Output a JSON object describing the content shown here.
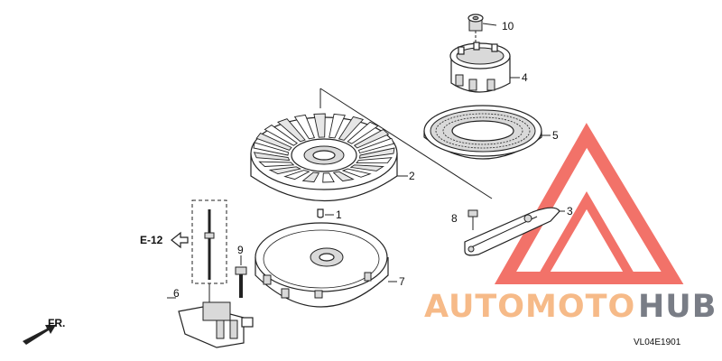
{
  "diagram": {
    "callouts": [
      {
        "id": "1",
        "label": "1"
      },
      {
        "id": "2",
        "label": "2"
      },
      {
        "id": "3",
        "label": "3"
      },
      {
        "id": "4",
        "label": "4"
      },
      {
        "id": "5",
        "label": "5"
      },
      {
        "id": "6",
        "label": "6"
      },
      {
        "id": "7",
        "label": "7"
      },
      {
        "id": "8",
        "label": "8"
      },
      {
        "id": "9",
        "label": "9"
      },
      {
        "id": "10",
        "label": "10"
      }
    ],
    "reference_label": "E-12",
    "front_marker": "FR.",
    "diagram_code": "VL04E1901"
  },
  "watermark": {
    "part1": "AUTOMOTO",
    "part2": "HUB",
    "color_primary": "#f05a4f",
    "color_secondary": "#f6b37c",
    "color_tertiary": "#6b7079"
  },
  "colors": {
    "line": "#222222",
    "background": "#ffffff"
  }
}
